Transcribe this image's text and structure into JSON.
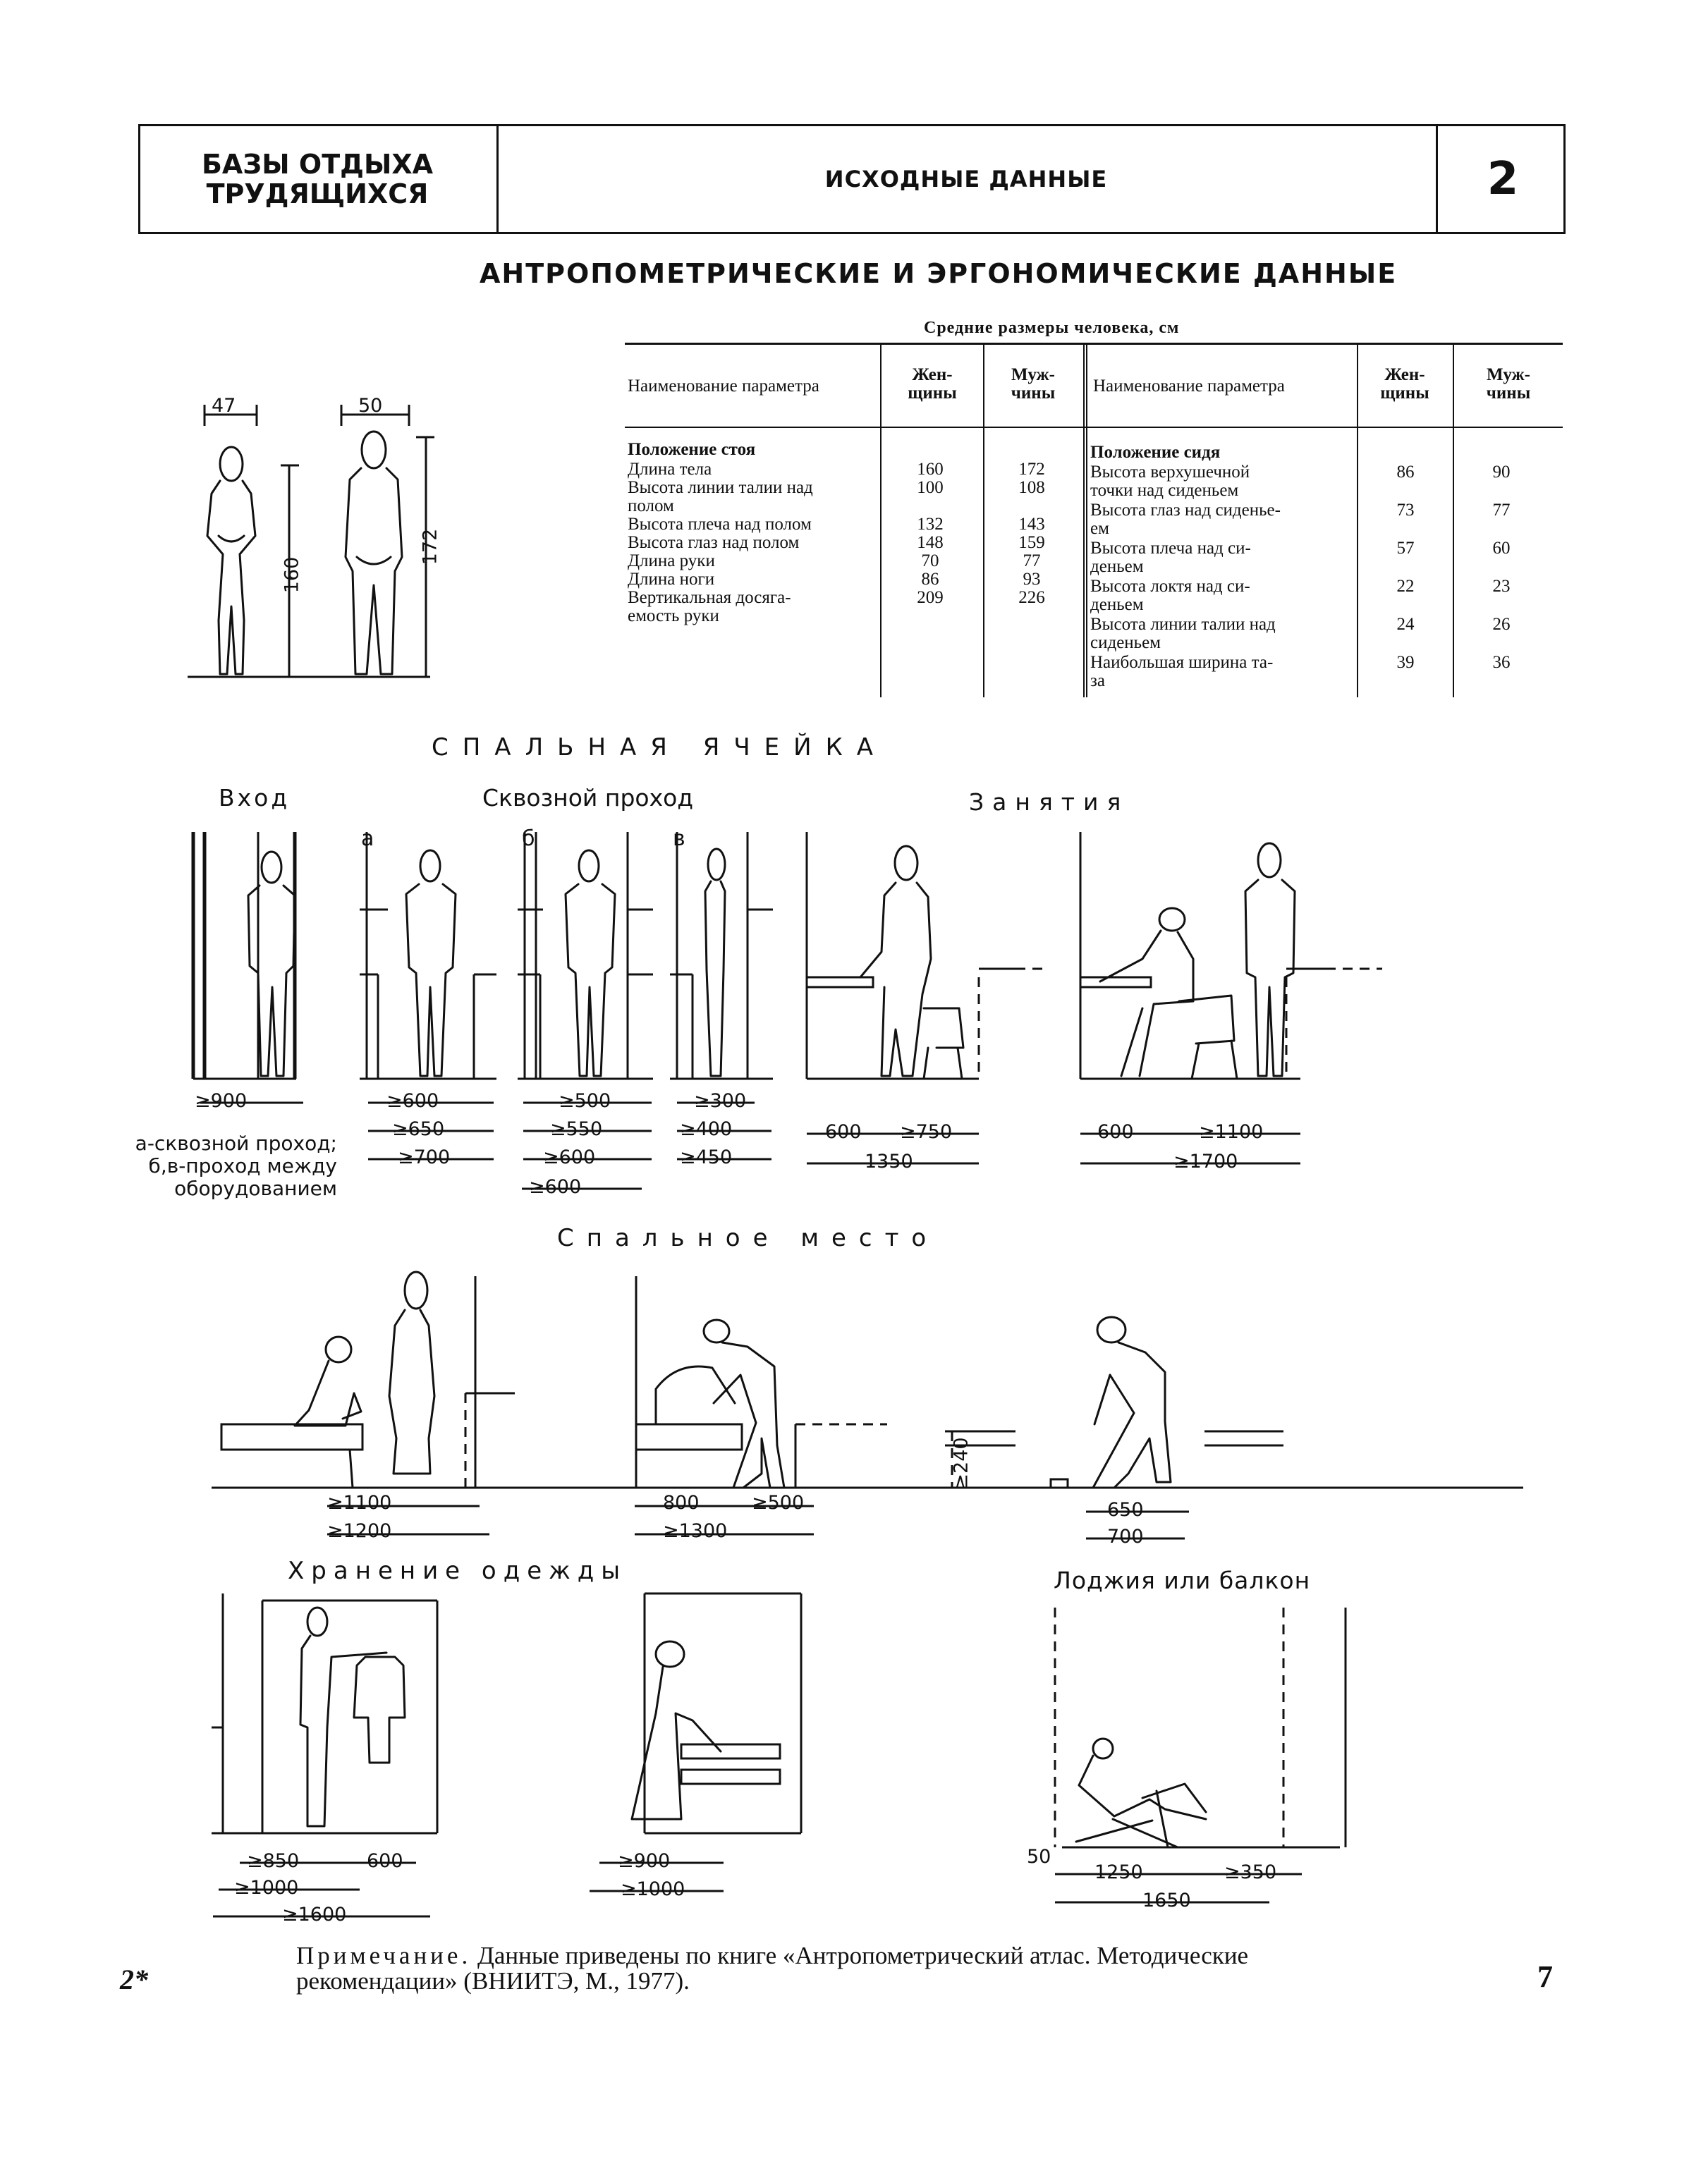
{
  "header": {
    "section_line1": "БАЗЫ ОТДЫХА",
    "section_line2": "ТРУДЯЩИХСЯ",
    "topic": "ИСХОДНЫЕ ДАННЫЕ",
    "page_number_box": "2"
  },
  "main_title": "АНТРОПОМЕТРИЧЕСКИЕ И ЭРГОНОМИЧЕСКИЕ ДАННЫЕ",
  "figures_top": {
    "woman_width": "47",
    "man_width": "50",
    "woman_height": "160",
    "man_height": "172"
  },
  "table": {
    "caption": "Средние размеры человека, см",
    "col_param": "Наименование параметра",
    "col_women": "Жен-\nщины",
    "col_men": "Муж-\nчины",
    "standing": {
      "heading": "Положение стоя",
      "rows": [
        {
          "name": "Длина тела",
          "w": "160",
          "m": "172"
        },
        {
          "name": "Высота линии талии над\nполом",
          "w": "100",
          "m": "108"
        },
        {
          "name": "Высота плеча над полом",
          "w": "132",
          "m": "143"
        },
        {
          "name": "Высота глаз над полом",
          "w": "148",
          "m": "159"
        },
        {
          "name": "Длина руки",
          "w": "70",
          "m": "77"
        },
        {
          "name": "Длина ноги",
          "w": "86",
          "m": "93"
        },
        {
          "name": "Вертикальная досяга-\nемость руки",
          "w": "209",
          "m": "226"
        }
      ]
    },
    "sitting": {
      "heading": "Положение сидя",
      "rows": [
        {
          "name": "Высота верхушечной\nточки над сиденьем",
          "w": "86",
          "m": "90"
        },
        {
          "name": "Высота глаз над сиденье-\nем",
          "w": "73",
          "m": "77"
        },
        {
          "name": "Высота плеча над си-\nденьем",
          "w": "57",
          "m": "60"
        },
        {
          "name": "Высота локтя над си-\nденьем",
          "w": "22",
          "m": "23"
        },
        {
          "name": "Высота линии талии над\nсиденьем",
          "w": "24",
          "m": "26"
        },
        {
          "name": "Наибольшая ширина та-\nза",
          "w": "39",
          "m": "36"
        }
      ]
    }
  },
  "sleeping_cell": {
    "title": "СПАЛЬНАЯ ЯЧЕЙКА",
    "entrance": {
      "label": "Вход",
      "dim": "≥900"
    },
    "passage": {
      "label": "Сквозной проход",
      "a": {
        "letter": "а",
        "dims": [
          "≥600",
          "≥650",
          "≥700"
        ]
      },
      "b": {
        "letter": "б",
        "dims": [
          "≥500",
          "≥550",
          "≥600",
          "≥600"
        ]
      },
      "c": {
        "letter": "в",
        "dims": [
          "≥300",
          "≥400",
          "≥450"
        ]
      }
    },
    "passage_note_line1": "а-сквозной проход;",
    "passage_note_line2": "б,в-проход между",
    "passage_note_line3": "оборудованием",
    "activities": {
      "label": "Занятия",
      "left_dims": [
        "600",
        "≥750",
        "1350"
      ],
      "right_dims": [
        "600",
        "≥1100",
        "≥1700"
      ]
    }
  },
  "sleeping_place": {
    "title": "Спальное место",
    "g1": [
      "≥1100",
      "≥1200"
    ],
    "g2": [
      "800",
      "≥500",
      "≥1300"
    ],
    "g3_vertical": "≥240",
    "g3": [
      "650",
      "700"
    ]
  },
  "clothes": {
    "title": "Хранение одежды",
    "g1": [
      "≥850",
      "600",
      "≥1000",
      "≥1600"
    ],
    "g2": [
      "≥900",
      "≥1000"
    ]
  },
  "balcony": {
    "title": "Лоджия или балкон",
    "small": "50",
    "dims": [
      "1250",
      "≥350",
      "1650"
    ]
  },
  "note": "Примечание. Данные приведены по книге «Антропометрический атлас. Мето-дические рекомендации» (ВНИИТЭ, М., 1977).",
  "note_label": "Примечание.",
  "note_text": "Данные приведены по книге «Антропометрический атлас. Методические рекомендации» (ВНИИТЭ, М., 1977).",
  "footer": {
    "signature": "2*",
    "page": "7"
  }
}
